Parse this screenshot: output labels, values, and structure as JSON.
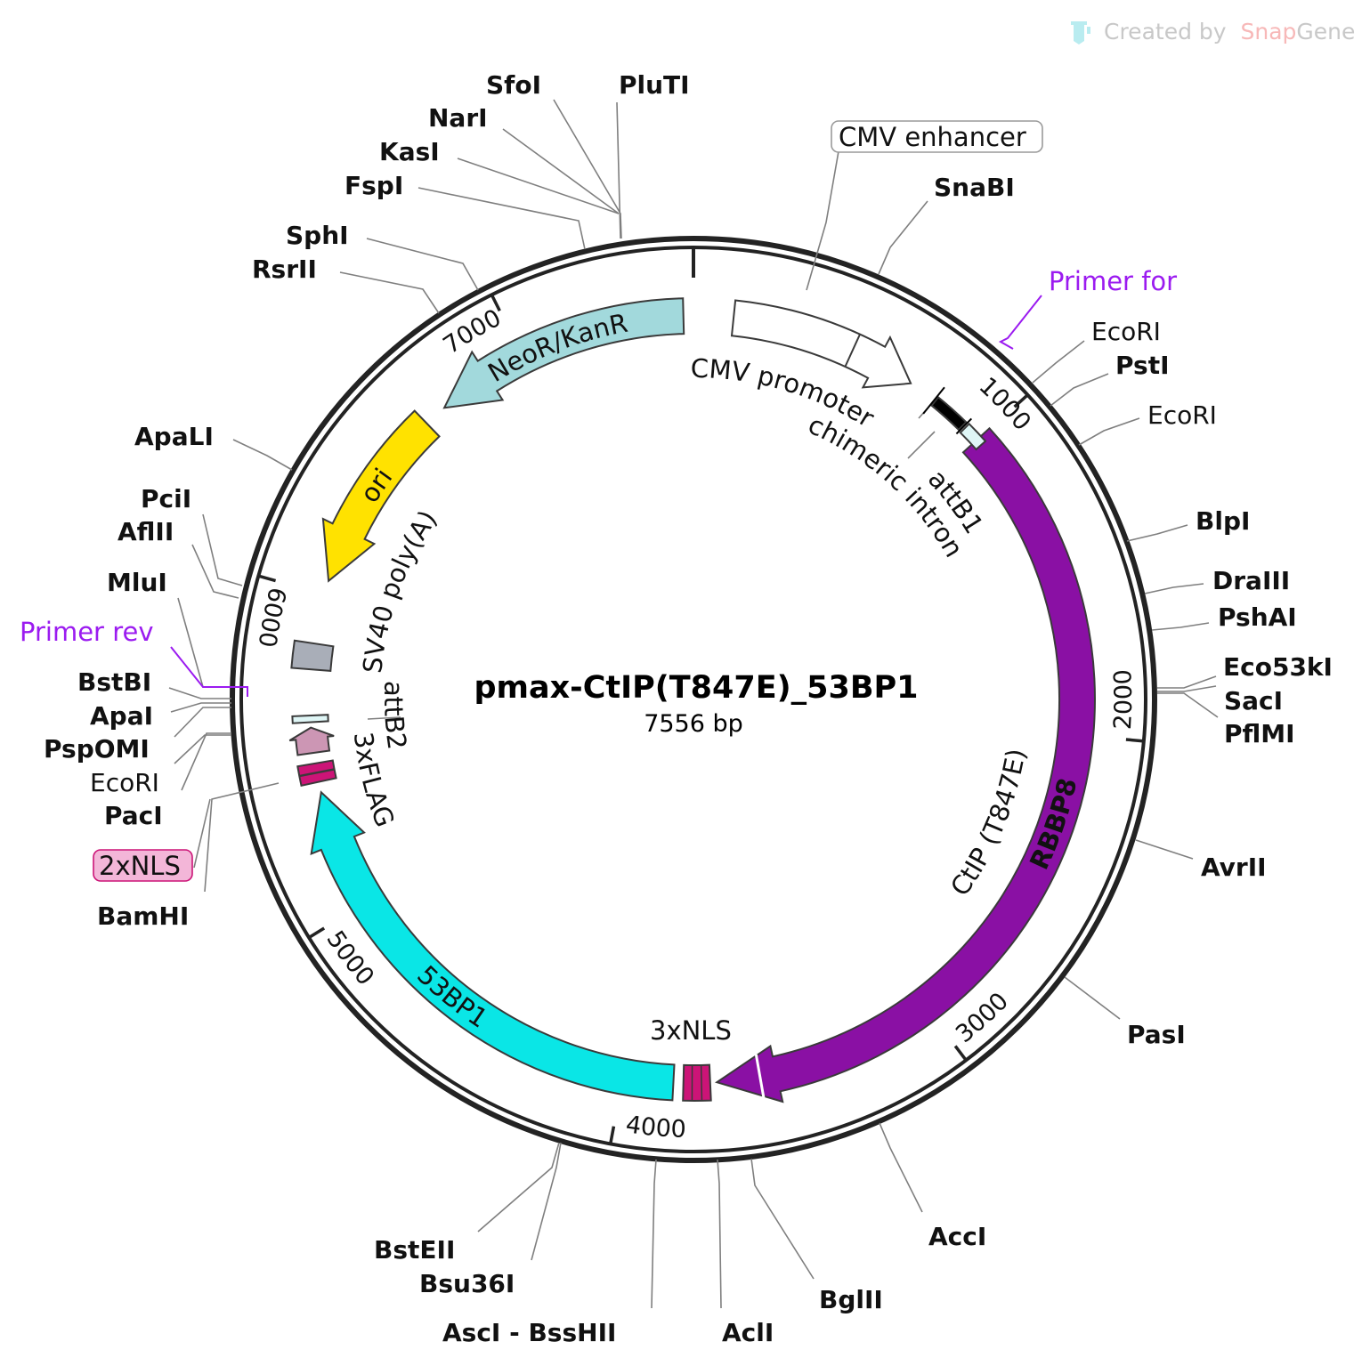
{
  "watermark": {
    "prefix": "Created by",
    "brand_a": "Snap",
    "brand_b": "Gene"
  },
  "plasmid": {
    "name": "pmax-CtIP(T847E)_53BP1",
    "length": "7556 bp"
  },
  "features": {
    "neo": "NeoR/KanR",
    "cmv_promoter": "CMV promoter",
    "chimeric_intron": "chimeric intron",
    "attb1": "attB1",
    "ori": "ori",
    "sv40": "SV40 poly(A)",
    "attb2": "attB2",
    "flag": "3xFLAG",
    "bp53": "53BP1",
    "rbbp8": "RBBP8",
    "ctip": "CtIP (T847E)",
    "nls3": "3xNLS",
    "cmv_enhancer": "CMV enhancer",
    "nls2": "2xNLS"
  },
  "primers": {
    "forward": "Primer for",
    "reverse": "Primer rev"
  },
  "ticks": [
    "1000",
    "2000",
    "3000",
    "4000",
    "5000",
    "6000",
    "7000"
  ],
  "enzymes": [
    "SfoI",
    "PluTI",
    "NarI",
    "KasI",
    "FspI",
    "SphI",
    "RsrII",
    "ApaLI",
    "PciI",
    "AflII",
    "MluI",
    "BstBI",
    "ApaI",
    "PspOMI",
    "EcoRI",
    "PacI",
    "BamHI",
    "BstEII",
    "Bsu36I",
    "AscI - BssHII",
    "AclI",
    "BglII",
    "AccI",
    "PasI",
    "AvrII",
    "Eco53kI",
    "SacI",
    "PflMI",
    "PshAI",
    "DraIII",
    "BlpI",
    "EcoRI",
    "PstI",
    "EcoRI",
    "SnaBI"
  ],
  "colors": {
    "neo": "#a2d9dc",
    "cmv": "#ffffff",
    "rbbp8": "#8a10a4",
    "nls": "#cc1477",
    "bp53": "#0ae6e6",
    "flag": "#cc96b4",
    "att": "#dff6f6",
    "sv40": "#a9aeb8",
    "ori": "#ffe200",
    "primer": "#9b1bf0",
    "nls2_box": "#f3b6d8"
  }
}
